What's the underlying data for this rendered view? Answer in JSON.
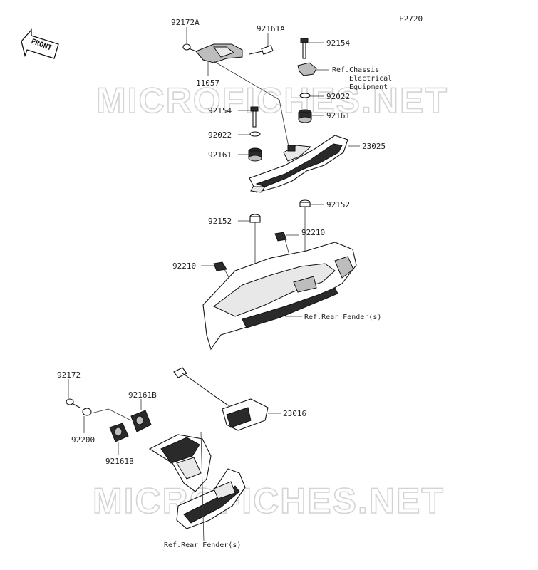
{
  "figure_code": "F2720",
  "front_label": "FRONT",
  "watermark": "MICROFICHES.NET",
  "parts": {
    "p92172A": "92172A",
    "p92161A": "92161A",
    "p11057": "11057",
    "p92154_top": "92154",
    "p92154_left": "92154",
    "p92022_right": "92022",
    "p92022_left": "92022",
    "p92161_right": "92161",
    "p92161_left": "92161",
    "p23025": "23025",
    "p92152_right": "92152",
    "p92152_left": "92152",
    "p92210_right": "92210",
    "p92210_left": "92210",
    "p92172": "92172",
    "p92200": "92200",
    "p92161B_top": "92161B",
    "p92161B_bottom": "92161B",
    "p23016": "23016"
  },
  "refs": {
    "chassis_line1": "Ref.Chassis",
    "chassis_line2": "Electrical",
    "chassis_line3": "Equipment",
    "rear_fender_top": "Ref.Rear Fender(s)",
    "rear_fender_bottom": "Ref.Rear Fender(s)"
  }
}
